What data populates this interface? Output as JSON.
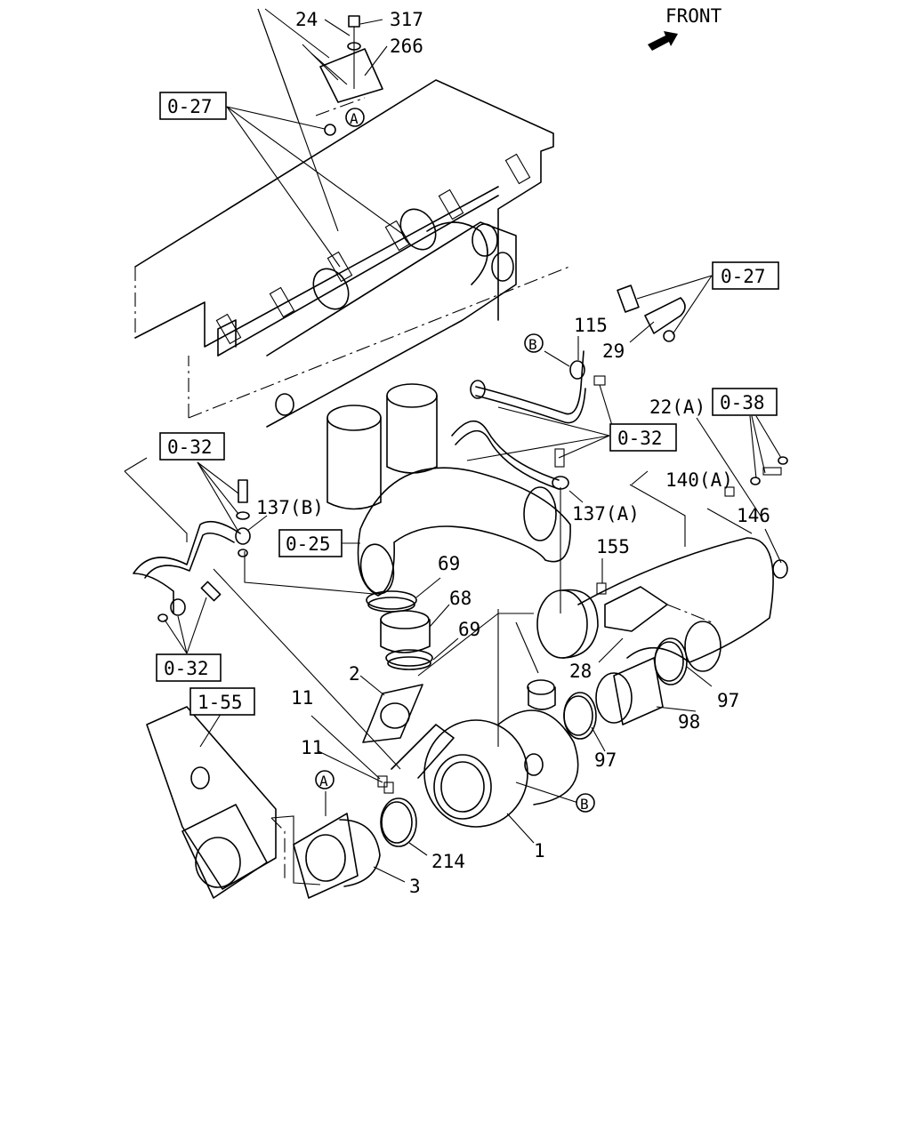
{
  "front_label": "FRONT",
  "ref_boxes": {
    "r0_27_top": "0-27",
    "r0_27_right": "0-27",
    "r0_38": "0-38",
    "r0_32_left": "0-32",
    "r0_32_mid": "0-32",
    "r0_32_bottom": "0-32",
    "r0_25": "0-25",
    "r1_55": "1-55"
  },
  "callouts": {
    "c24": "24",
    "c317": "317",
    "c266": "266",
    "c115": "115",
    "c29": "29",
    "c22a": "22(A)",
    "c140a": "140(A)",
    "c146": "146",
    "c137b": "137(B)",
    "c137a": "137(A)",
    "c155": "155",
    "c69a": "69",
    "c68": "68",
    "c69b": "69",
    "c28": "28",
    "c97a": "97",
    "c97b": "97",
    "c98": "98",
    "c2": "2",
    "c11a": "11",
    "c11b": "11",
    "c214": "214",
    "c1": "1",
    "c3": "3"
  },
  "markers": {
    "mA_top": "A",
    "mA_bottom": "A",
    "mB_top": "B",
    "mB_bottom": "B"
  },
  "icons": [
    "front-arrow-icon"
  ]
}
